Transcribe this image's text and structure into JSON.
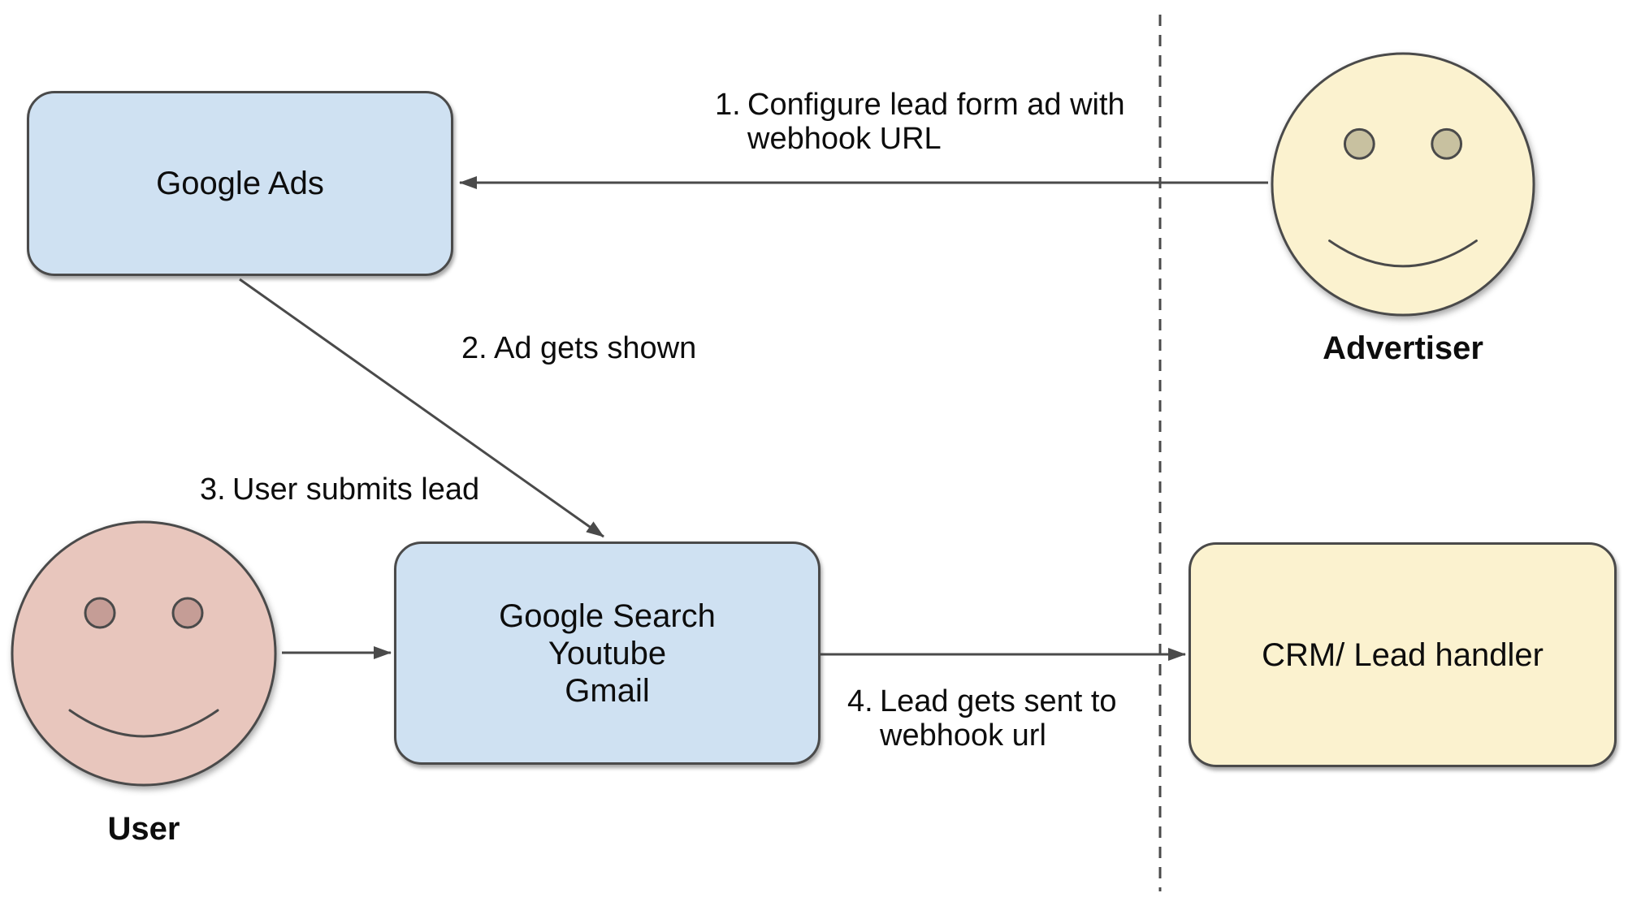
{
  "nodes": {
    "google_ads": {
      "label": "Google Ads"
    },
    "google_properties": {
      "lines": [
        "Google Search",
        "Youtube",
        "Gmail"
      ]
    },
    "crm": {
      "label": "CRM/ Lead handler"
    }
  },
  "actors": {
    "advertiser": {
      "label": "Advertiser"
    },
    "user": {
      "label": "User"
    }
  },
  "steps": [
    {
      "num": "1.",
      "lines": [
        "Configure lead form ad with",
        "webhook URL"
      ]
    },
    {
      "num": "2.",
      "lines": [
        "Ad gets shown"
      ]
    },
    {
      "num": "3.",
      "lines": [
        "User submits lead"
      ]
    },
    {
      "num": "4.",
      "lines": [
        "Lead gets sent to",
        "webhook url"
      ]
    }
  ],
  "colors": {
    "node_blue": "#cfe1f2",
    "node_cream": "#fbf2cf",
    "face_cream": "#fbf2cf",
    "face_pink": "#e8c6bd",
    "eye_cream": "#c8c1a0",
    "eye_pink": "#c59d96",
    "stroke": "#4a4a4a",
    "text": "#0d0d0d"
  }
}
